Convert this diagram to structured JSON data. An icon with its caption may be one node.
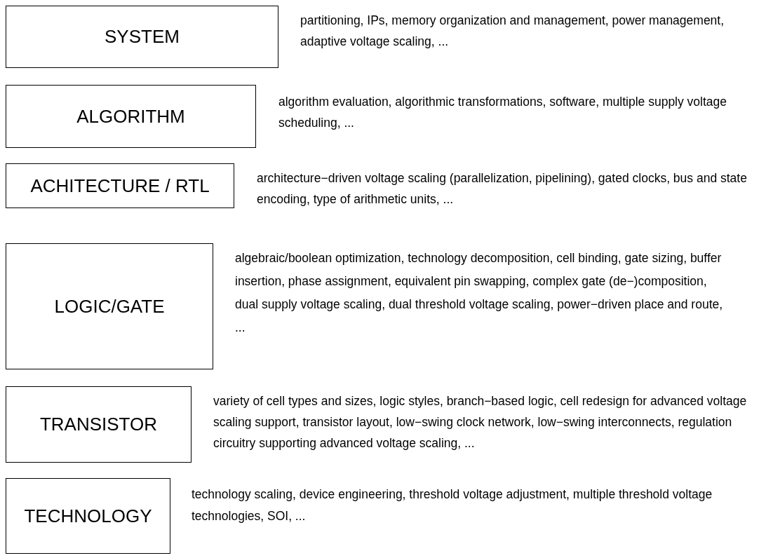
{
  "diagram": {
    "nodes": [
      {
        "text": [
          "SYSTEM"
        ],
        "beside": [
          "partitioning, IPs, memory organization and management, power management, adaptive voltage scaling, ..."
        ]
      },
      {
        "text": [
          "ALGORITHM"
        ],
        "beside": [
          "algorithm evaluation, algorithmic transformations, software, multiple supply voltage scheduling, ..."
        ]
      },
      {
        "text": [
          "ACHITECTURE / RTL"
        ],
        "beside": [
          "architecture−driven voltage scaling (parallelization, pipelining), gated clocks, bus and state encoding, type of arithmetic units, ..."
        ]
      },
      {
        "text": [
          "LOGIC/GATE"
        ],
        "beside": [
          "algebraic/boolean optimization, technology decomposition, cell binding, gate sizing, buffer insertion, phase assignment, equivalent pin swapping, complex gate (de−)composition, dual supply voltage scaling, dual threshold voltage scaling, power−driven place and route, ..."
        ]
      },
      {
        "text": [
          "TRANSISTOR"
        ],
        "beside": [
          "variety of cell types and sizes, logic styles, branch−based logic, cell redesign for advanced voltage scaling support, transistor layout, low−swing clock network, low−swing interconnects, regulation circuitry supporting advanced voltage scaling, ..."
        ]
      },
      {
        "text": [
          "TECHNOLOGY"
        ],
        "beside": [
          "technology scaling, device engineering, threshold voltage adjustment, multiple threshold voltage technologies, SOI, ..."
        ]
      }
    ]
  }
}
